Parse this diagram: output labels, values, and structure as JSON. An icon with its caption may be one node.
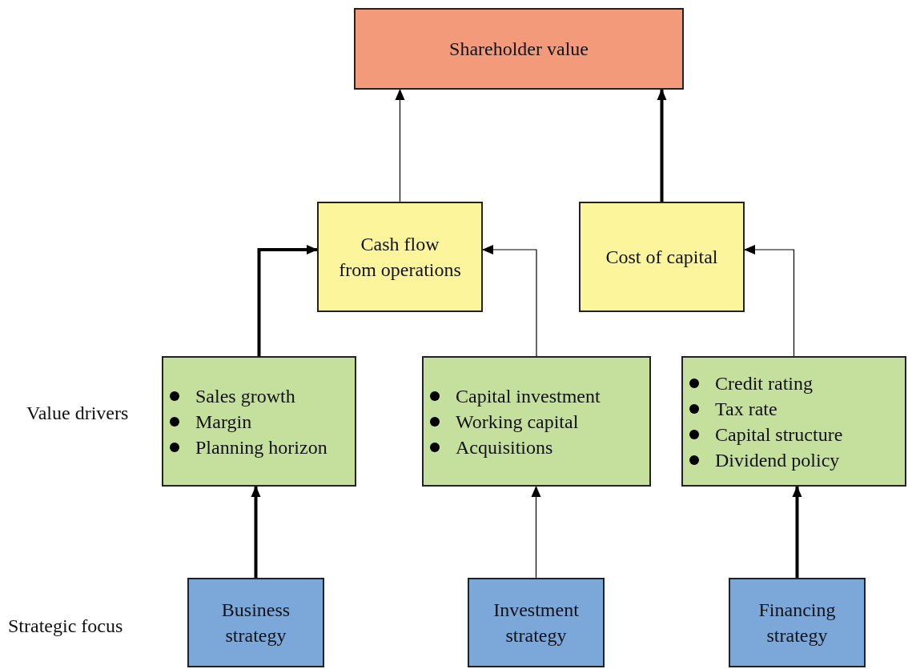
{
  "diagram": {
    "nodes": [
      {
        "text": [
          "Shareholder value"
        ]
      },
      {
        "text": [
          "Cash flow from operations"
        ]
      },
      {
        "text": [
          "Cost of capital"
        ]
      },
      {
        "text": [
          "Sales growth",
          "Margin",
          "Planning horizon"
        ]
      },
      {
        "text": [
          "Capital investment",
          "Working capital",
          "Acquisitions"
        ]
      },
      {
        "text": [
          "Credit rating",
          "Tax rate",
          "Capital structure",
          "Dividend policy"
        ]
      },
      {
        "text": [
          "Business strategy"
        ]
      },
      {
        "text": [
          "Investment strategy"
        ]
      },
      {
        "text": [
          "Financing strategy"
        ]
      }
    ],
    "edges": [
      {
        "from": 1,
        "to": 0,
        "arrow": "to"
      },
      {
        "from": 2,
        "to": 0,
        "arrow": "to",
        "style": "thick"
      },
      {
        "from": 3,
        "to": 1,
        "arrow": "to",
        "style": "thick"
      },
      {
        "from": 4,
        "to": 1,
        "arrow": "to"
      },
      {
        "from": 5,
        "to": 2,
        "arrow": "to"
      },
      {
        "from": 6,
        "to": 3,
        "arrow": "to",
        "style": "thick"
      },
      {
        "from": 7,
        "to": 4,
        "arrow": "to"
      },
      {
        "from": 8,
        "to": 5,
        "arrow": "to",
        "style": "thick"
      }
    ],
    "labels": [
      "Value drivers",
      "Strategic focus"
    ]
  }
}
